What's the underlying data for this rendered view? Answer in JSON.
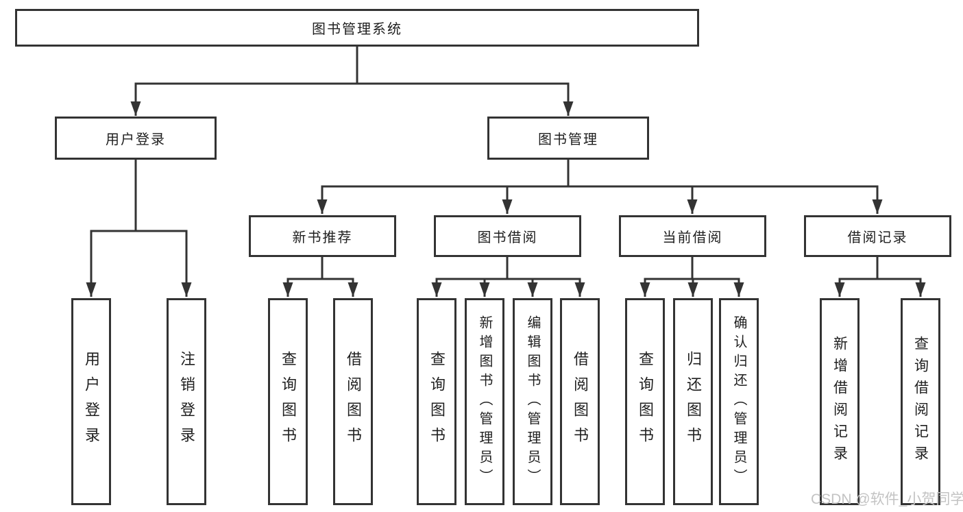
{
  "tree": {
    "root": {
      "label": "图书管理系统"
    },
    "user_login": {
      "label": "用户登录",
      "children": [
        {
          "label": "用户登录"
        },
        {
          "label": "注销登录"
        }
      ]
    },
    "book_mgmt": {
      "label": "图书管理",
      "children": [
        {
          "label": "新书推荐",
          "children": [
            {
              "label": "查询图书"
            },
            {
              "label": "借阅图书"
            }
          ]
        },
        {
          "label": "图书借阅",
          "children": [
            {
              "label": "查询图书"
            },
            {
              "label": "新增图书（管理员）"
            },
            {
              "label": "编辑图书（管理员）"
            },
            {
              "label": "借阅图书"
            }
          ]
        },
        {
          "label": "当前借阅",
          "children": [
            {
              "label": "查询图书"
            },
            {
              "label": "归还图书"
            },
            {
              "label": "确认归还（管理员）"
            }
          ]
        },
        {
          "label": "借阅记录",
          "children": [
            {
              "label": "新增借阅记录"
            },
            {
              "label": "查询借阅记录"
            }
          ]
        }
      ]
    }
  },
  "watermark": "CSDN @软件_小贺同学",
  "colors": {
    "line": "#333333",
    "text": "#1f1f1f",
    "background": "#ffffff",
    "watermark": "#c3c3c3"
  }
}
